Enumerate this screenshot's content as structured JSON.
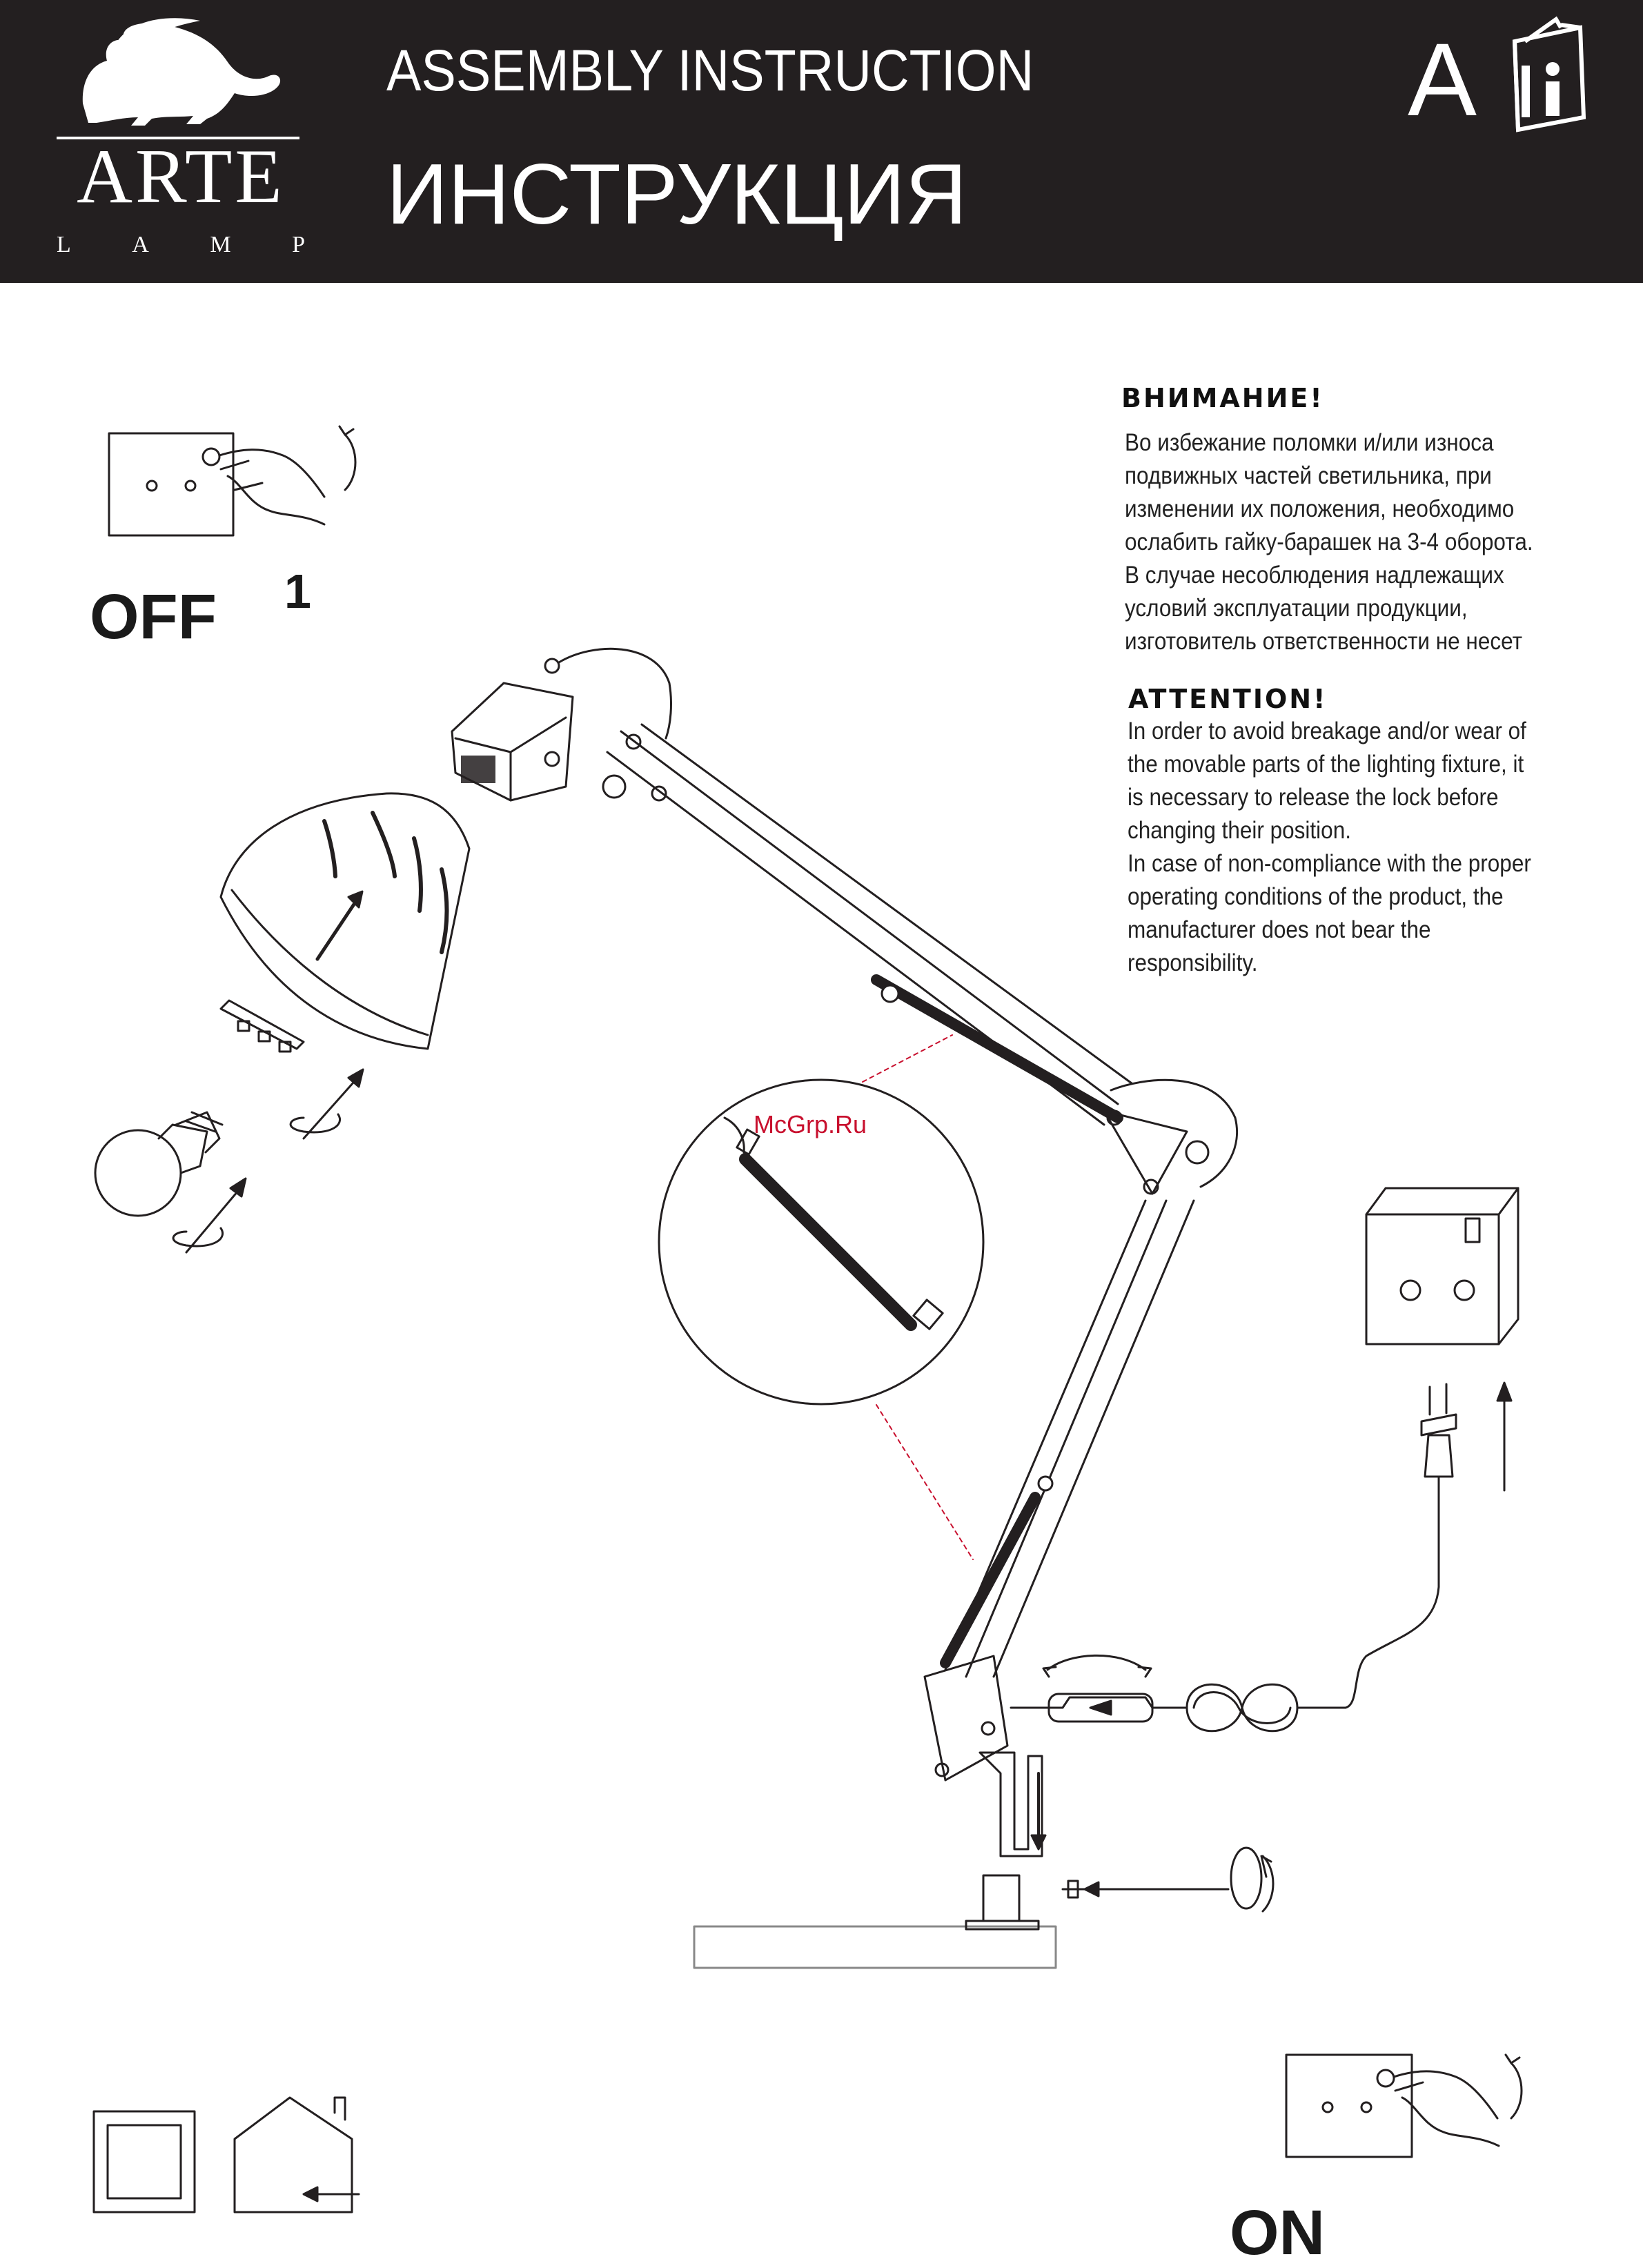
{
  "header": {
    "brand": "ARTE",
    "brand_sub": [
      "L",
      "A",
      "M",
      "P"
    ],
    "title_en": "ASSEMBLY  INSTRUCTION",
    "title_ru": "ИНСТРУКЦИЯ",
    "letter": "A"
  },
  "warning_ru": {
    "title": "ВНИМАНИЕ!",
    "body": "Во избежание поломки и/или износа\nподвижных частей светильника, при\nизменении их положения, необходимо\nослабить гайку-барашек на 3-4 оборота.\nВ случае несоблюдения надлежащих\nусловий эксплуатации продукции,\nизготовитель ответственности не несет"
  },
  "warning_en": {
    "title": "ATTENTION!",
    "body": "In order to avoid breakage and/or wear of\nthe movable parts of the lighting fixture, it\nis necessary to release the lock before\nchanging their position.\nIn case of non-compliance with the proper\noperating conditions of the product, the\nmanufacturer does not bear the\nresponsibility."
  },
  "steps": {
    "off_label": "OFF",
    "step_number": "1",
    "on_label": "ON"
  },
  "watermark": "McGrp.Ru",
  "colors": {
    "header_bg": "#231f20",
    "line": "#231f20",
    "watermark": "#c8102e"
  }
}
